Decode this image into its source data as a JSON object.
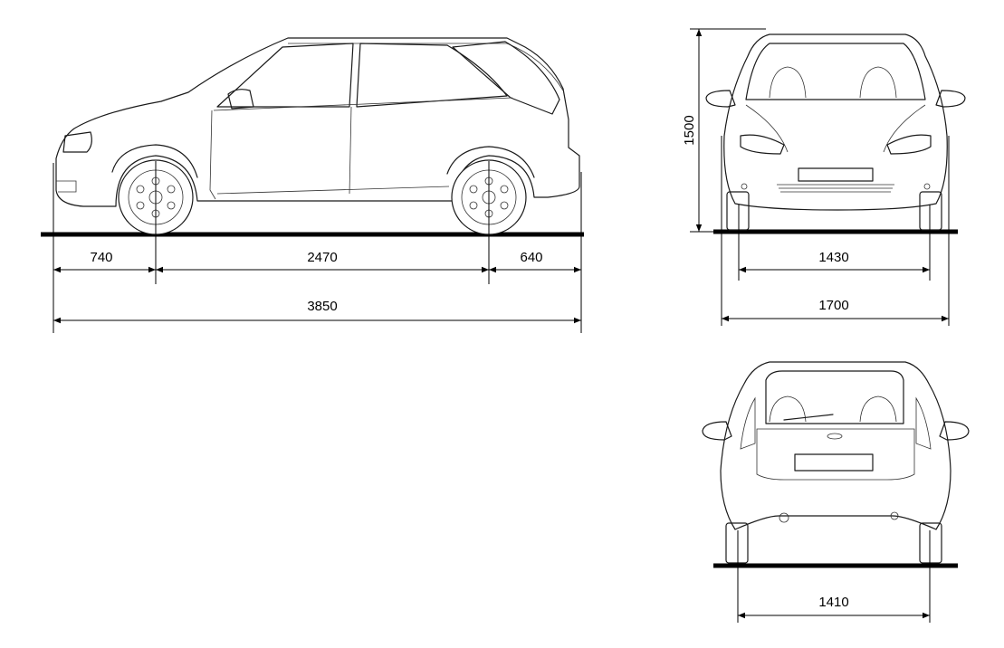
{
  "dimensions": {
    "front_overhang": "740",
    "wheelbase": "2470",
    "rear_overhang": "640",
    "overall_length": "3850",
    "height": "1500",
    "front_track": "1430",
    "overall_width": "1700",
    "rear_track": "1410"
  }
}
